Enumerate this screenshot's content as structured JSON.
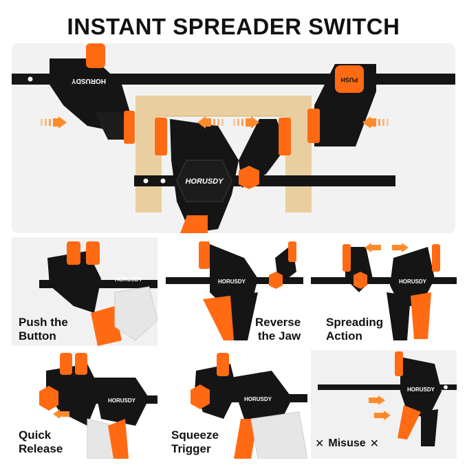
{
  "title": "INSTANT SPREADER SWITCH",
  "brand": "HORUSDY",
  "push_label": "PUSH",
  "colors": {
    "orange": "#ff6a13",
    "black": "#151515",
    "wood": "#e9cf9f",
    "arrow": "#ff8a2a"
  },
  "panels": [
    {
      "id": "push-the-button",
      "line1": "Push the",
      "line2": "Button"
    },
    {
      "id": "reverse-the-jaw",
      "line1": "Reverse",
      "line2": "the Jaw"
    },
    {
      "id": "spreading-action",
      "line1": "Spreading",
      "line2": "Action"
    },
    {
      "id": "quick-release",
      "line1": "Quick",
      "line2": "Release"
    },
    {
      "id": "squeeze-trigger",
      "line1": "Squeeze",
      "line2": "Trigger"
    },
    {
      "id": "misuse",
      "label": "Misuse",
      "mark": "✕"
    }
  ]
}
